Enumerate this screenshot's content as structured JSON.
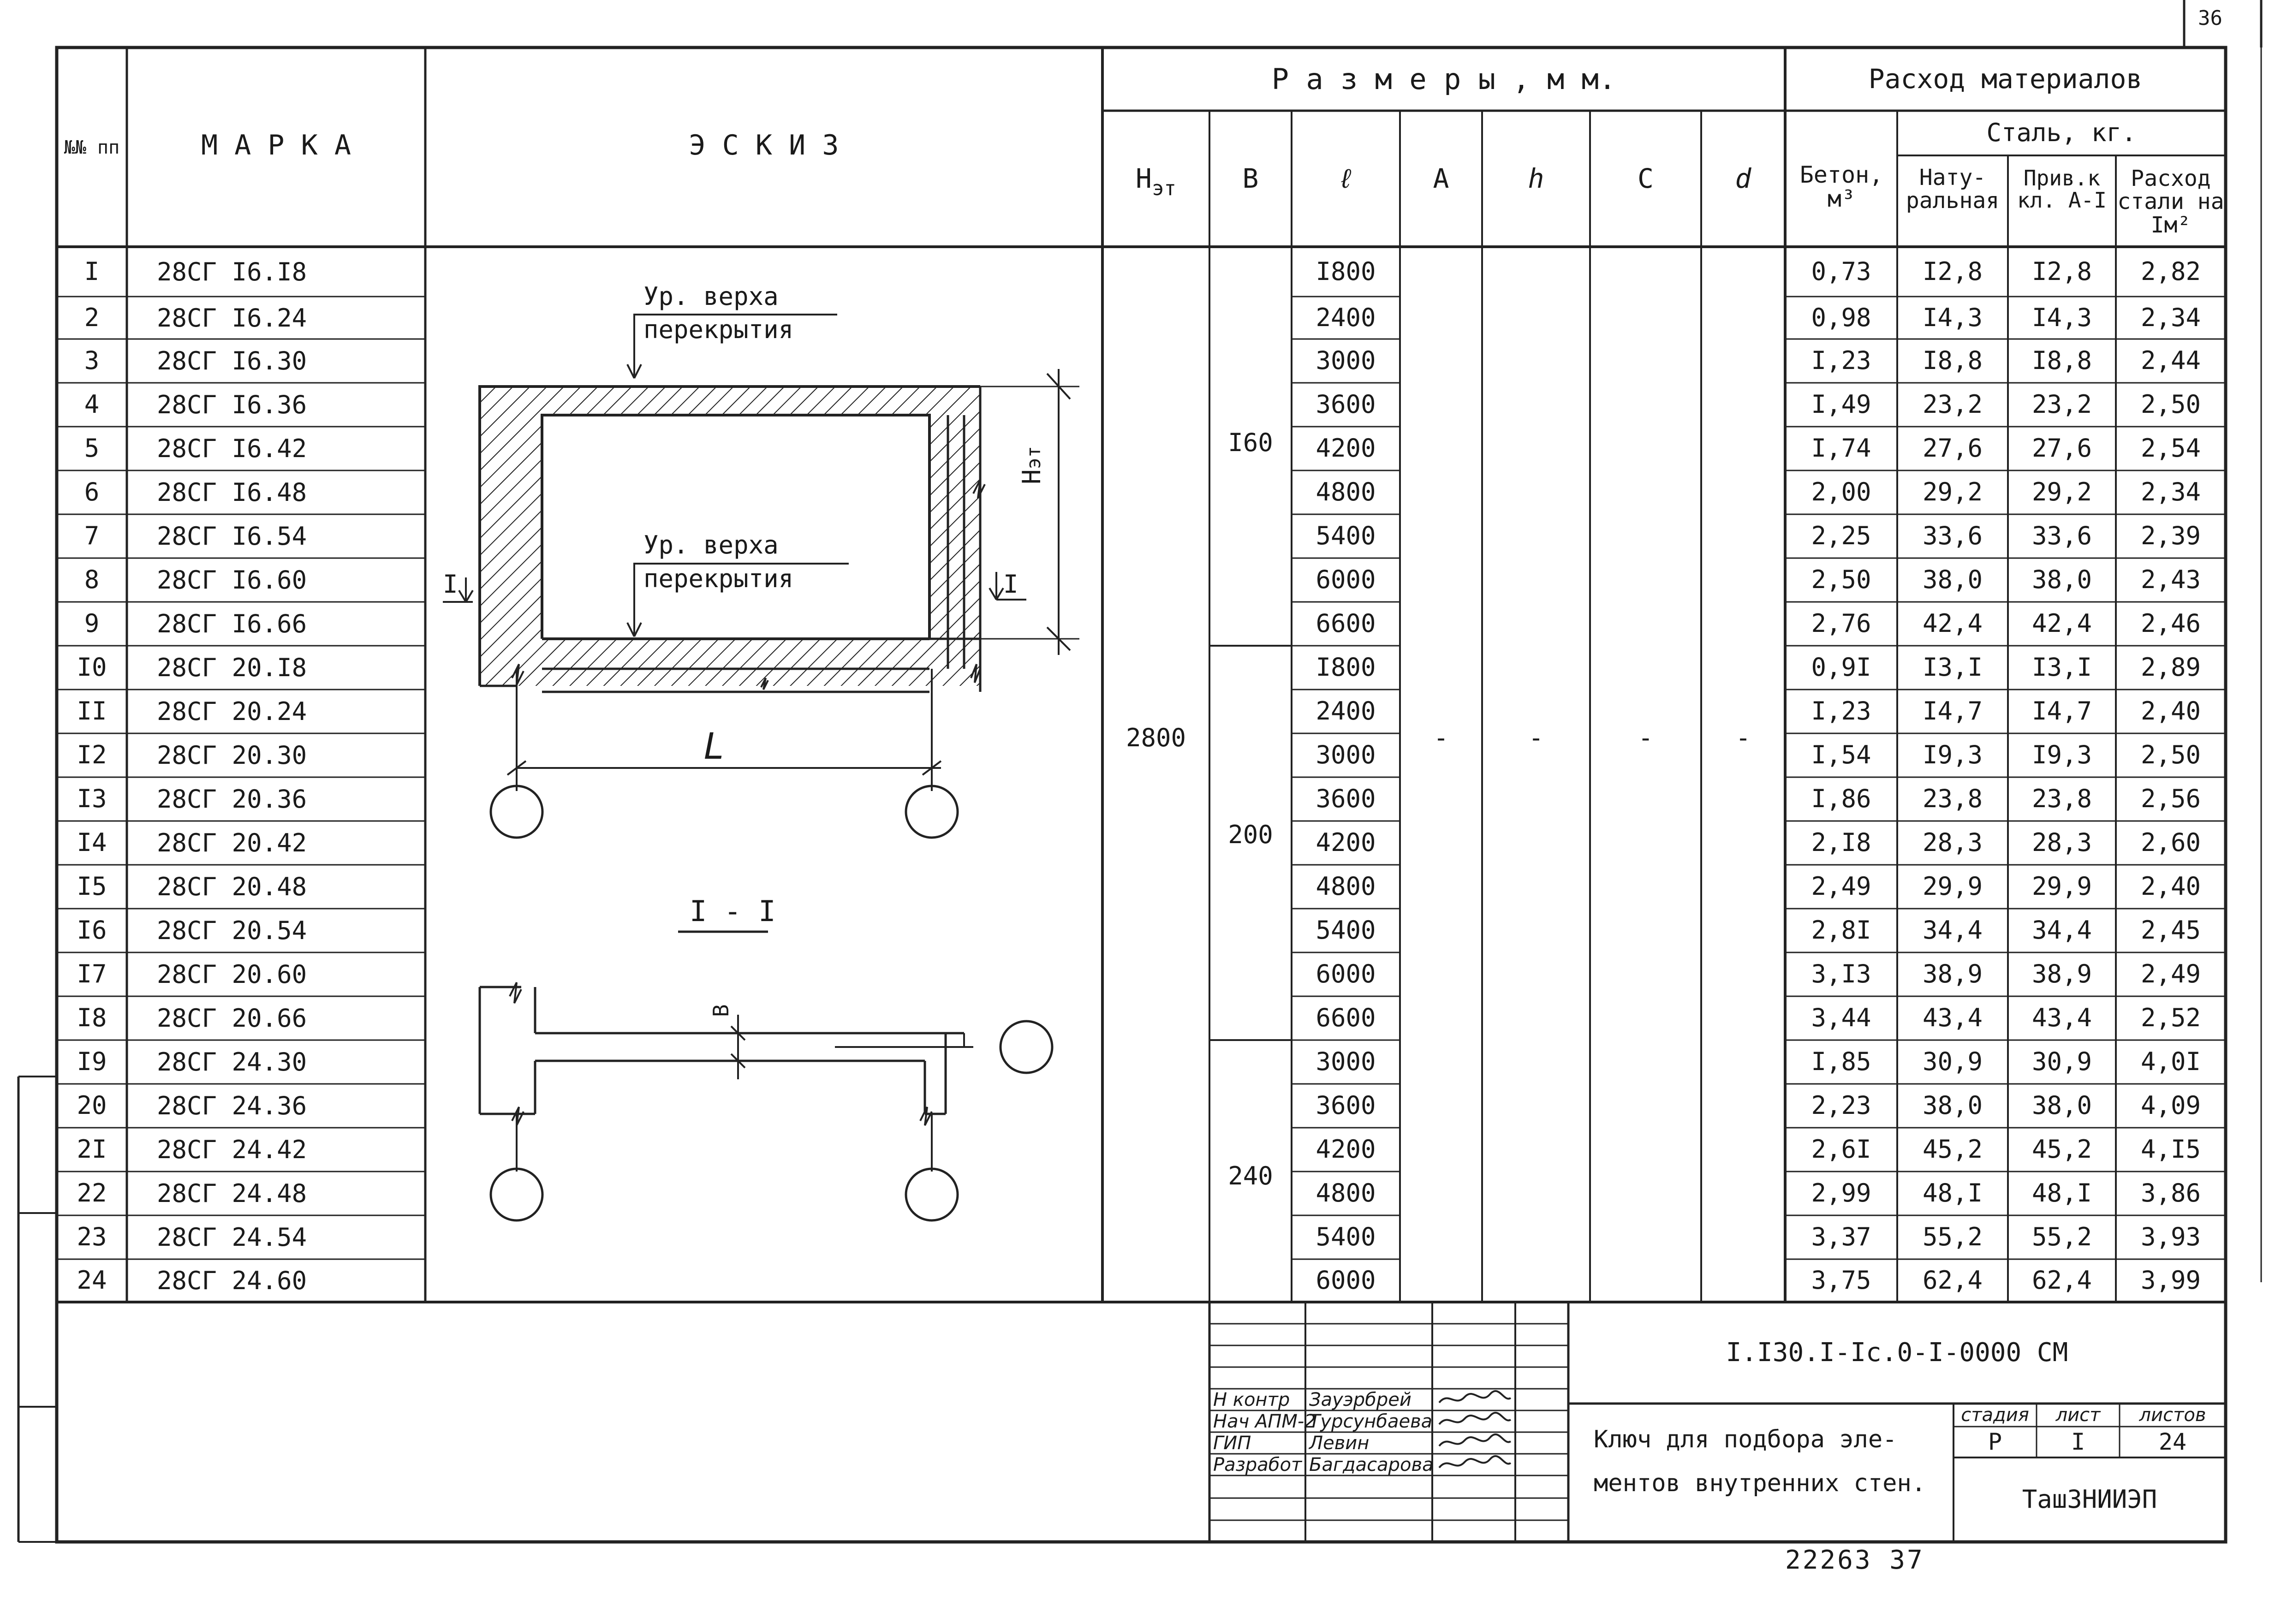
{
  "sheet_number_corner": "36",
  "header": {
    "num_label": "№№ пп",
    "marka": "М А Р К А",
    "eskiz": "Э С К И З",
    "sizes": "Р а з м е р ы , м м.",
    "materials": "Расход материалов",
    "steel_kg": "Сталь, кг.",
    "col_het_main": "Н",
    "col_het_sub": "эт",
    "col_b": "В",
    "col_l": "ℓ",
    "col_a": "А",
    "col_h": "h",
    "col_c": "С",
    "col_d": "d",
    "col_concrete": "Бетон, м³",
    "col_natural": "Нату- ральная",
    "col_reduced": "Прив.к кл. А-I",
    "col_steel_per_m2": "Расход стали на Iм²"
  },
  "rows": [
    {
      "n": "I",
      "marka": "28СГ I6.I8",
      "l": "I800",
      "concrete": "0,73",
      "natural": "I2,8",
      "reduced": "I2,8",
      "per_m2": "2,82"
    },
    {
      "n": "2",
      "marka": "28СГ I6.24",
      "l": "2400",
      "concrete": "0,98",
      "natural": "I4,3",
      "reduced": "I4,3",
      "per_m2": "2,34"
    },
    {
      "n": "3",
      "marka": "28СГ I6.30",
      "l": "3000",
      "concrete": "I,23",
      "natural": "I8,8",
      "reduced": "I8,8",
      "per_m2": "2,44"
    },
    {
      "n": "4",
      "marka": "28СГ I6.36",
      "l": "3600",
      "concrete": "I,49",
      "natural": "23,2",
      "reduced": "23,2",
      "per_m2": "2,50"
    },
    {
      "n": "5",
      "marka": "28СГ I6.42",
      "l": "4200",
      "concrete": "I,74",
      "natural": "27,6",
      "reduced": "27,6",
      "per_m2": "2,54"
    },
    {
      "n": "6",
      "marka": "28СГ I6.48",
      "l": "4800",
      "concrete": "2,00",
      "natural": "29,2",
      "reduced": "29,2",
      "per_m2": "2,34"
    },
    {
      "n": "7",
      "marka": "28СГ I6.54",
      "l": "5400",
      "concrete": "2,25",
      "natural": "33,6",
      "reduced": "33,6",
      "per_m2": "2,39"
    },
    {
      "n": "8",
      "marka": "28СГ I6.60",
      "l": "6000",
      "concrete": "2,50",
      "natural": "38,0",
      "reduced": "38,0",
      "per_m2": "2,43"
    },
    {
      "n": "9",
      "marka": "28СГ I6.66",
      "l": "6600",
      "concrete": "2,76",
      "natural": "42,4",
      "reduced": "42,4",
      "per_m2": "2,46"
    },
    {
      "n": "I0",
      "marka": "28СГ 20.I8",
      "l": "I800",
      "concrete": "0,9I",
      "natural": "I3,I",
      "reduced": "I3,I",
      "per_m2": "2,89"
    },
    {
      "n": "II",
      "marka": "28СГ 20.24",
      "l": "2400",
      "concrete": "I,23",
      "natural": "I4,7",
      "reduced": "I4,7",
      "per_m2": "2,40"
    },
    {
      "n": "I2",
      "marka": "28СГ 20.30",
      "l": "3000",
      "concrete": "I,54",
      "natural": "I9,3",
      "reduced": "I9,3",
      "per_m2": "2,50"
    },
    {
      "n": "I3",
      "marka": "28СГ 20.36",
      "l": "3600",
      "concrete": "I,86",
      "natural": "23,8",
      "reduced": "23,8",
      "per_m2": "2,56"
    },
    {
      "n": "I4",
      "marka": "28СГ 20.42",
      "l": "4200",
      "concrete": "2,I8",
      "natural": "28,3",
      "reduced": "28,3",
      "per_m2": "2,60"
    },
    {
      "n": "I5",
      "marka": "28СГ 20.48",
      "l": "4800",
      "concrete": "2,49",
      "natural": "29,9",
      "reduced": "29,9",
      "per_m2": "2,40"
    },
    {
      "n": "I6",
      "marka": "28СГ 20.54",
      "l": "5400",
      "concrete": "2,8I",
      "natural": "34,4",
      "reduced": "34,4",
      "per_m2": "2,45"
    },
    {
      "n": "I7",
      "marka": "28СГ 20.60",
      "l": "6000",
      "concrete": "3,I3",
      "natural": "38,9",
      "reduced": "38,9",
      "per_m2": "2,49"
    },
    {
      "n": "I8",
      "marka": "28СГ 20.66",
      "l": "6600",
      "concrete": "3,44",
      "natural": "43,4",
      "reduced": "43,4",
      "per_m2": "2,52"
    },
    {
      "n": "I9",
      "marka": "28СГ 24.30",
      "l": "3000",
      "concrete": "I,85",
      "natural": "30,9",
      "reduced": "30,9",
      "per_m2": "4,0I"
    },
    {
      "n": "20",
      "marka": "28СГ 24.36",
      "l": "3600",
      "concrete": "2,23",
      "natural": "38,0",
      "reduced": "38,0",
      "per_m2": "4,09"
    },
    {
      "n": "2I",
      "marka": "28СГ 24.42",
      "l": "4200",
      "concrete": "2,6I",
      "natural": "45,2",
      "reduced": "45,2",
      "per_m2": "4,I5"
    },
    {
      "n": "22",
      "marka": "28СГ 24.48",
      "l": "4800",
      "concrete": "2,99",
      "natural": "48,I",
      "reduced": "48,I",
      "per_m2": "3,86"
    },
    {
      "n": "23",
      "marka": "28СГ 24.54",
      "l": "5400",
      "concrete": "3,37",
      "natural": "55,2",
      "reduced": "55,2",
      "per_m2": "3,93"
    },
    {
      "n": "24",
      "marka": "28СГ 24.60",
      "l": "6000",
      "concrete": "3,75",
      "natural": "62,4",
      "reduced": "62,4",
      "per_m2": "3,99"
    }
  ],
  "merged": {
    "het_value": "2800",
    "b_group1": "I60",
    "b_group2": "200",
    "b_group3": "240",
    "dash": "-"
  },
  "sketch": {
    "label_top_1": "Ур. верха",
    "label_top_2": "перекрытия",
    "label_mid_1": "Ур. верха",
    "label_mid_2": "перекрытия",
    "section_mark": "I",
    "het_main": "Н",
    "het_sub": "эт",
    "dim_l": "L",
    "section_title": "I - I",
    "dim_b": "В"
  },
  "stamp": {
    "doc_code": "I.I30.I-Iс.0-I-0000 СМ",
    "title_line1": "Ключ для подбора эле-",
    "title_line2": "ментов внутренних стен.",
    "stage_label": "стадия",
    "sheet_label": "лист",
    "sheets_label": "листов",
    "stage_value": "Р",
    "sheet_value": "I",
    "sheets_value": "24",
    "org": "ТашЗНИИЭП",
    "roles": [
      {
        "role": "Н контр",
        "name": "Зауэрбрей"
      },
      {
        "role": "Нач АПМ-2",
        "name": "Турсунбаева"
      },
      {
        "role": "ГИП",
        "name": "Левин"
      },
      {
        "role": "Разработ",
        "name": "Багдасарова"
      }
    ]
  },
  "footer_number": "22263    37"
}
